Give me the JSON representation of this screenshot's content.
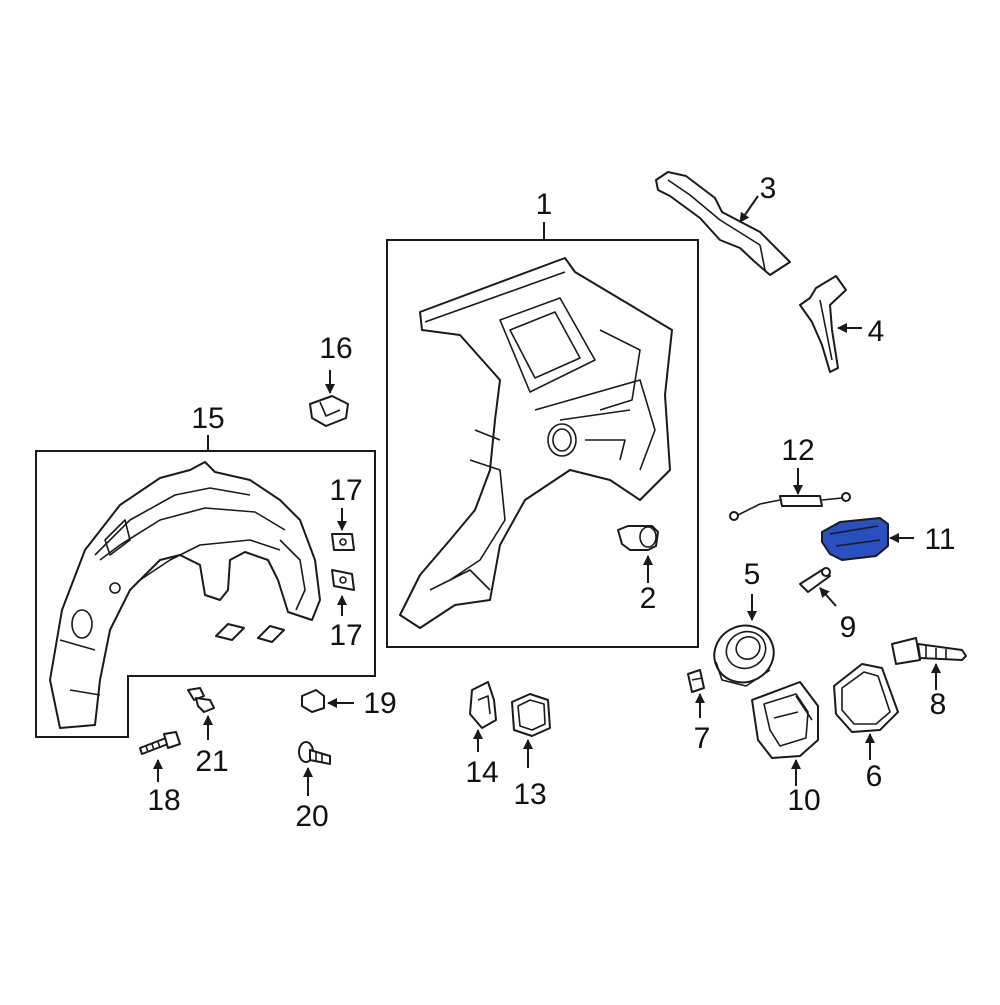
{
  "highlight_color": "#2a4fc0",
  "labels": {
    "p1": "1",
    "p2": "2",
    "p3": "3",
    "p4": "4",
    "p5": "5",
    "p6": "6",
    "p7": "7",
    "p8": "8",
    "p9": "9",
    "p10": "10",
    "p11": "11",
    "p12": "12",
    "p13": "13",
    "p14": "14",
    "p15": "15",
    "p16": "16",
    "p17a": "17",
    "p17b": "17",
    "p18": "18",
    "p19": "19",
    "p20": "20",
    "p21": "21"
  }
}
